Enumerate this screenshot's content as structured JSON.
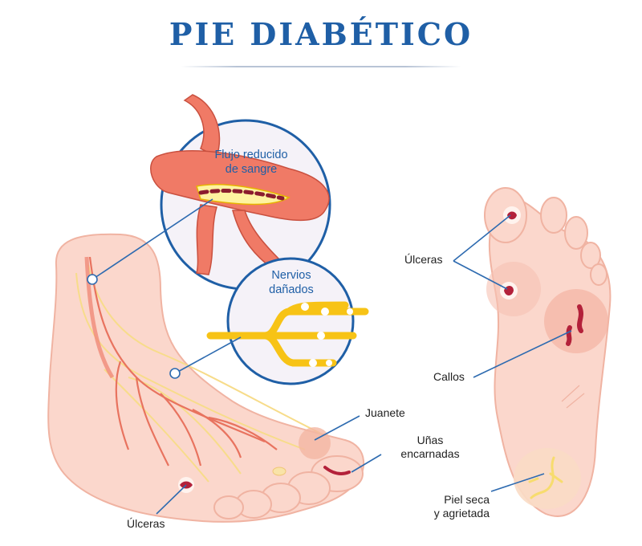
{
  "title": "PIE DIABÉTICO",
  "callouts": {
    "blood_flow": [
      "Flujo reducido",
      "de sangre"
    ],
    "nerves": [
      "Nervios",
      "dañados"
    ],
    "bunion": "Juanete",
    "ingrown_nails": [
      "Uñas",
      "encarnadas"
    ],
    "ulcers_left": "Úlceras",
    "ulcers_right": "Úlceras",
    "calluses": "Callos",
    "dry_skin": [
      "Piel seca",
      "y agrietada"
    ]
  },
  "colors": {
    "title": "#1f5fa6",
    "skin": "#fbd7cc",
    "skin_outline": "#f0b3a2",
    "vessel": "#e8735f",
    "nerve": "#f7c316",
    "lesion": "#b3213a",
    "leader": "#2e6bb0"
  }
}
